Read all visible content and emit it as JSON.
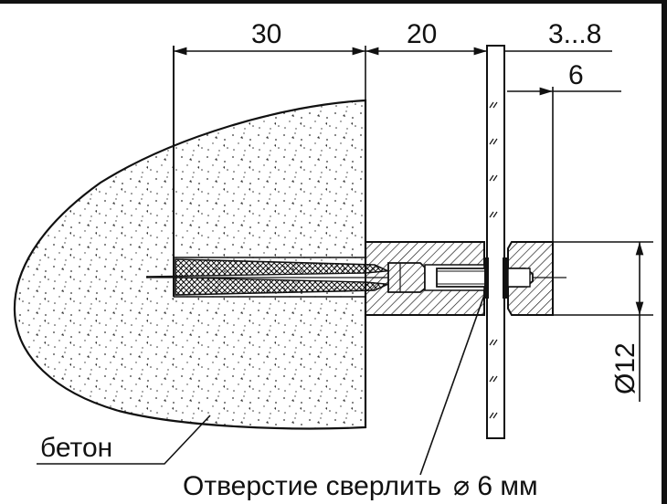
{
  "dimensions": {
    "d30": "30",
    "d20": "20",
    "d3to8": "3...8",
    "d6": "6",
    "diameter": "Ø12"
  },
  "labels": {
    "concrete": "бетон",
    "drill_note": "Отверстие сверлить",
    "drill_diameter": "⌀ 6 мм"
  },
  "colors": {
    "line": "#111111",
    "background": "#ffffff"
  }
}
